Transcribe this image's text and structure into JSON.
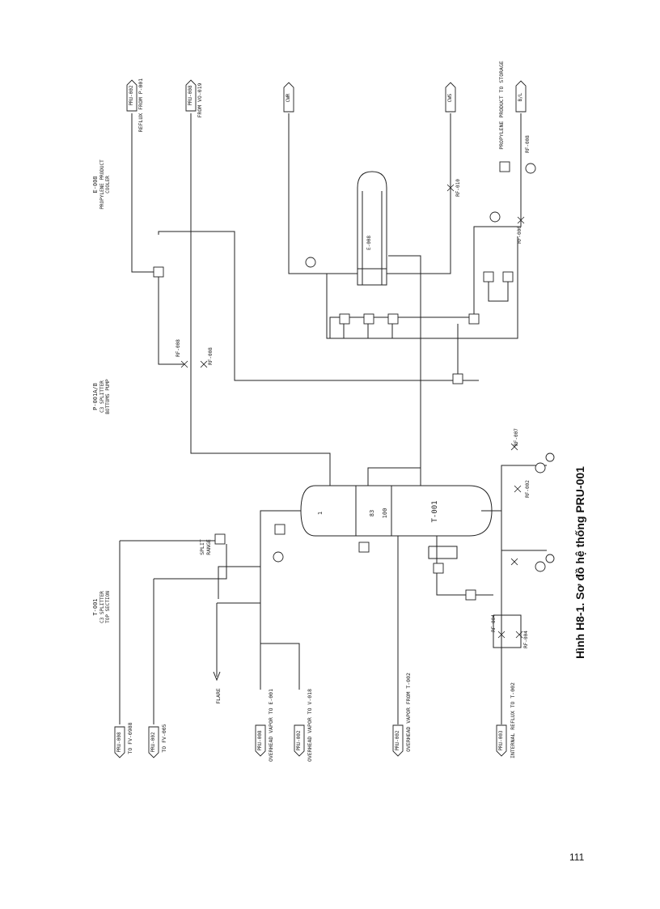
{
  "caption": "Hình H8-1. Sơ đồ hệ thống PRU-001",
  "page_number": "111",
  "vessel": {
    "name": "T-001",
    "trays": [
      "1",
      "83",
      "100"
    ]
  },
  "equipment_labels": {
    "reboiler": [
      "E-008",
      "PROPYLENE PRODUCT",
      "COOLER"
    ],
    "pump": [
      "P-001A/B",
      "C3 SPLITTER",
      "BOTTOMS PUMP"
    ],
    "overhead": [
      "T-001",
      "C3 SPLITTER",
      "TOP SECTION"
    ],
    "split_range": [
      "SPLIT",
      "RANGE"
    ],
    "exchanger": "E-008"
  },
  "top_connectors": [
    {
      "tag": "PRU-002",
      "label": "REFLUX FROM P-001"
    },
    {
      "tag": "PRU-008",
      "label": "FROM VO-019"
    },
    {
      "tag": "CWR",
      "label": ""
    },
    {
      "tag": "CWS",
      "label": ""
    },
    {
      "tag": "B/L",
      "label": "PROPYLENE PRODUCT TO STORAGE"
    }
  ],
  "bottom_connectors": [
    {
      "tag": "PRU-008",
      "label": "TO FV-0988"
    },
    {
      "tag": "PRU-002",
      "label": "TO FV-005"
    },
    {
      "tag": "PRU-008",
      "label": "OVERHEAD VAPOR TO E-001"
    },
    {
      "tag": "PRU-002",
      "label": "OVERHEAD VAPOR TO V-018"
    },
    {
      "tag": "PRU-002",
      "label": "OVERHEAD VAPOR FROM T-002"
    },
    {
      "tag": "PRU-003",
      "label": "INTERNAL REFLUX TO T-002"
    }
  ],
  "flare_label": "FLARE",
  "valve_tags": [
    "RF-008",
    "RF-008",
    "RF-010",
    "RF-004",
    "RF-004",
    "RF-002",
    "RF-006",
    "RF-008",
    "RF-007"
  ]
}
